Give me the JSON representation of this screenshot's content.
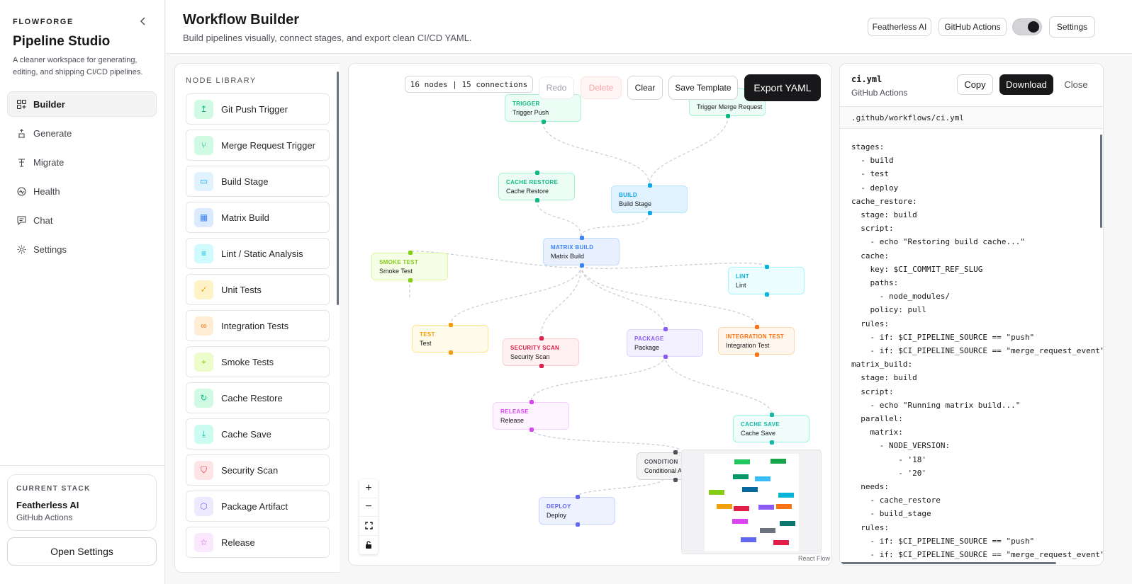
{
  "sidebar": {
    "brand": "FLOWFORGE",
    "title": "Pipeline Studio",
    "description": "A cleaner workspace for generating, editing, and shipping CI/CD pipelines.",
    "nav": [
      {
        "label": "Builder",
        "icon": "grid-plus-icon",
        "active": true
      },
      {
        "label": "Generate",
        "icon": "sparkle-icon"
      },
      {
        "label": "Migrate",
        "icon": "migrate-icon"
      },
      {
        "label": "Health",
        "icon": "activity-icon"
      },
      {
        "label": "Chat",
        "icon": "chat-icon"
      },
      {
        "label": "Settings",
        "icon": "gear-icon"
      }
    ],
    "stack": {
      "label": "CURRENT STACK",
      "name": "Featherless AI",
      "sub": "GitHub Actions"
    },
    "open_settings": "Open Settings"
  },
  "header": {
    "title": "Workflow Builder",
    "subtitle": "Build pipelines visually, connect stages, and export clean CI/CD YAML.",
    "buttons": {
      "provider": "Featherless AI",
      "platform": "GitHub Actions",
      "settings": "Settings"
    },
    "theme_toggle_on": true
  },
  "library": {
    "title": "NODE LIBRARY",
    "items": [
      {
        "label": "Git Push Trigger",
        "icon": "git-push-icon",
        "color": "#10b981",
        "bg": "#d1fae5",
        "glyph": "↥"
      },
      {
        "label": "Merge Request Trigger",
        "icon": "git-merge-icon",
        "color": "#10b981",
        "bg": "#d1fae5",
        "glyph": "⑂"
      },
      {
        "label": "Build Stage",
        "icon": "briefcase-icon",
        "color": "#0ea5e9",
        "bg": "#e0f2fe",
        "glyph": "▭"
      },
      {
        "label": "Matrix Build",
        "icon": "grid-icon",
        "color": "#3b82f6",
        "bg": "#dbeafe",
        "glyph": "▦"
      },
      {
        "label": "Lint / Static Analysis",
        "icon": "list-icon",
        "color": "#06b6d4",
        "bg": "#cffafe",
        "glyph": "≡"
      },
      {
        "label": "Unit Tests",
        "icon": "check-icon",
        "color": "#f59e0b",
        "bg": "#fef3c7",
        "glyph": "✓"
      },
      {
        "label": "Integration Tests",
        "icon": "link-icon",
        "color": "#f97316",
        "bg": "#ffedd5",
        "glyph": "∞"
      },
      {
        "label": "Smoke Tests",
        "icon": "crosshair-icon",
        "color": "#84cc16",
        "bg": "#ecfccb",
        "glyph": "⌖"
      },
      {
        "label": "Cache Restore",
        "icon": "refresh-icon",
        "color": "#10b981",
        "bg": "#d1fae5",
        "glyph": "↻"
      },
      {
        "label": "Cache Save",
        "icon": "download-icon",
        "color": "#14b8a6",
        "bg": "#ccfbf1",
        "glyph": "⤓"
      },
      {
        "label": "Security Scan",
        "icon": "shield-icon",
        "color": "#e11d48",
        "bg": "#ffe4e6",
        "glyph": "⛉"
      },
      {
        "label": "Package Artifact",
        "icon": "package-icon",
        "color": "#8b5cf6",
        "bg": "#ede9fe",
        "glyph": "⬡"
      },
      {
        "label": "Release",
        "icon": "star-icon",
        "color": "#d946ef",
        "bg": "#fae8ff",
        "glyph": "☆"
      }
    ]
  },
  "canvas": {
    "counter": "16 nodes | 15 connections",
    "buttons": {
      "redo": "Redo",
      "delete": "Delete",
      "clear": "Clear",
      "save_template": "Save Template",
      "export": "Export YAML"
    },
    "attribution": "React Flow",
    "nodes": [
      {
        "id": "trigger_push",
        "type": "TRIGGER",
        "label": "Trigger Push",
        "color": "#10b981",
        "bg": "#ecfdf5",
        "border": "#a7f3d0"
      },
      {
        "id": "trigger_mr",
        "type": "TRIGGER",
        "label": "Trigger Merge Request",
        "color": "#10b981",
        "bg": "#ecfdf5",
        "border": "#a7f3d0"
      },
      {
        "id": "cache_restore",
        "type": "CACHE RESTORE",
        "label": "Cache Restore",
        "color": "#10b981",
        "bg": "#ecfdf5",
        "border": "#a7f3d0"
      },
      {
        "id": "build",
        "type": "BUILD",
        "label": "Build Stage",
        "color": "#0ea5e9",
        "bg": "#e0f2fe",
        "border": "#bae6fd"
      },
      {
        "id": "matrix",
        "type": "MATRIX BUILD",
        "label": "Matrix Build",
        "color": "#3b82f6",
        "bg": "#e8f0fe",
        "border": "#bfdbfe"
      },
      {
        "id": "smoke",
        "type": "SMOKE TEST",
        "label": "Smoke Test",
        "color": "#84cc16",
        "bg": "#f7fee7",
        "border": "#d9f99d"
      },
      {
        "id": "lint",
        "type": "LINT",
        "label": "Lint",
        "color": "#06b6d4",
        "bg": "#ecfeff",
        "border": "#a5f3fc"
      },
      {
        "id": "test",
        "type": "TEST",
        "label": "Test",
        "color": "#f59e0b",
        "bg": "#fffbeb",
        "border": "#fde68a"
      },
      {
        "id": "security",
        "type": "SECURITY SCAN",
        "label": "Security Scan",
        "color": "#e11d48",
        "bg": "#fff1f2",
        "border": "#fecdd3"
      },
      {
        "id": "package",
        "type": "PACKAGE",
        "label": "Package",
        "color": "#8b5cf6",
        "bg": "#f3f0ff",
        "border": "#ddd6fe"
      },
      {
        "id": "integration",
        "type": "INTEGRATION TEST",
        "label": "Integration Test",
        "color": "#f97316",
        "bg": "#fff7ed",
        "border": "#fed7aa"
      },
      {
        "id": "release",
        "type": "RELEASE",
        "label": "Release",
        "color": "#d946ef",
        "bg": "#fdf4ff",
        "border": "#f5d0fe"
      },
      {
        "id": "cache_save",
        "type": "CACHE SAVE",
        "label": "Cache Save",
        "color": "#14b8a6",
        "bg": "#f0fdfa",
        "border": "#99f6e4"
      },
      {
        "id": "condition",
        "type": "CONDITION",
        "label": "Conditional A",
        "color": "#52525b",
        "bg": "#f4f4f5",
        "border": "#d4d4d8"
      },
      {
        "id": "deploy",
        "type": "DEPLOY",
        "label": "Deploy",
        "color": "#6366f1",
        "bg": "#eef2ff",
        "border": "#c7d2fe"
      }
    ]
  },
  "code_panel": {
    "filename": "ci.yml",
    "platform": "GitHub Actions",
    "buttons": {
      "copy": "Copy",
      "download": "Download",
      "close": "Close"
    },
    "path": ".github/workflows/ci.yml",
    "lines": [
      "stages:",
      "  - build",
      "  - test",
      "  - deploy",
      "cache_restore:",
      "  stage: build",
      "  script:",
      "    - echo \"Restoring build cache...\"",
      "  cache:",
      "    key: $CI_COMMIT_REF_SLUG",
      "    paths:",
      "      - node_modules/",
      "    policy: pull",
      "  rules:",
      "    - if: $CI_PIPELINE_SOURCE == \"push\"",
      "    - if: $CI_PIPELINE_SOURCE == \"merge_request_event\"",
      "matrix_build:",
      "  stage: build",
      "  script:",
      "    - echo \"Running matrix build...\"",
      "  parallel:",
      "    matrix:",
      "      - NODE_VERSION:",
      "          - '18'",
      "          - '20'",
      "  needs:",
      "    - cache_restore",
      "    - build_stage",
      "  rules:",
      "    - if: $CI_PIPELINE_SOURCE == \"push\"",
      "    - if: $CI_PIPELINE_SOURCE == \"merge_request_event\""
    ]
  }
}
